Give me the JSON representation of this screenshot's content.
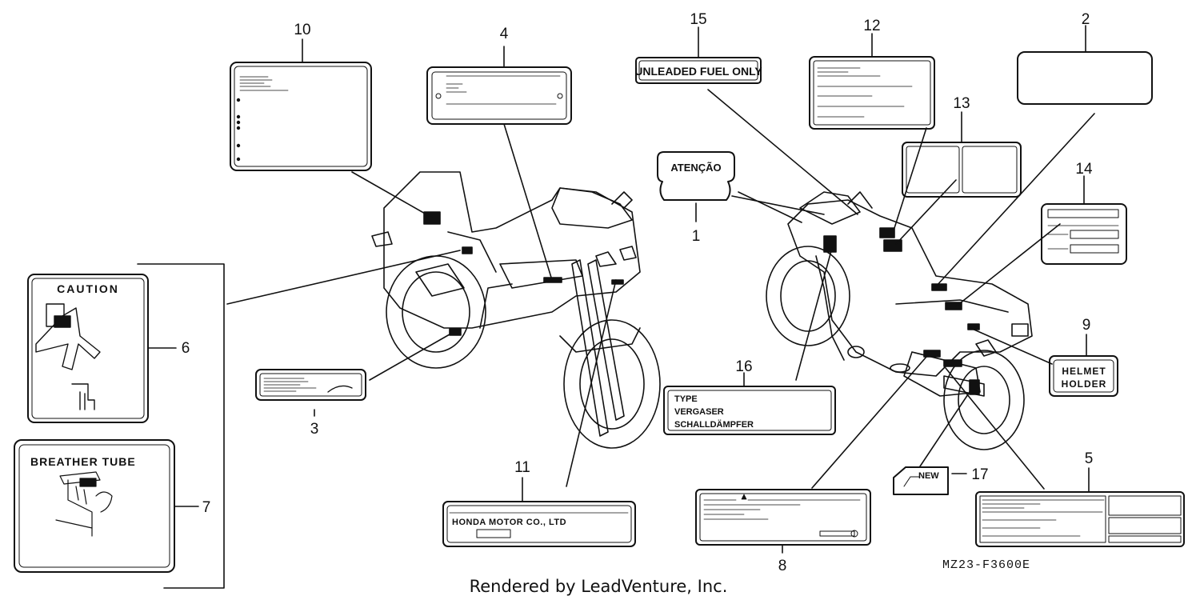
{
  "callouts": [
    "1",
    "2",
    "3",
    "4",
    "5",
    "6",
    "7",
    "8",
    "9",
    "10",
    "11",
    "12",
    "13",
    "14",
    "15",
    "16",
    "17"
  ],
  "decals": {
    "unleaded": "UNLEADED FUEL ONLY",
    "atencao": "ATENÇÃO",
    "caution": "CAUTION",
    "breather": "BREATHER TUBE",
    "helmet_line1": "HELMET",
    "helmet_line2": "HOLDER",
    "type_lines": [
      "TYPE",
      "VERGASER",
      "SCHALLDÄMPFER"
    ],
    "honda": "HONDA MOTOR CO., LTD",
    "new": "NEW"
  },
  "diagram_code": "MZ23-F3600E",
  "footer": "Rendered by LeadVenture, Inc."
}
